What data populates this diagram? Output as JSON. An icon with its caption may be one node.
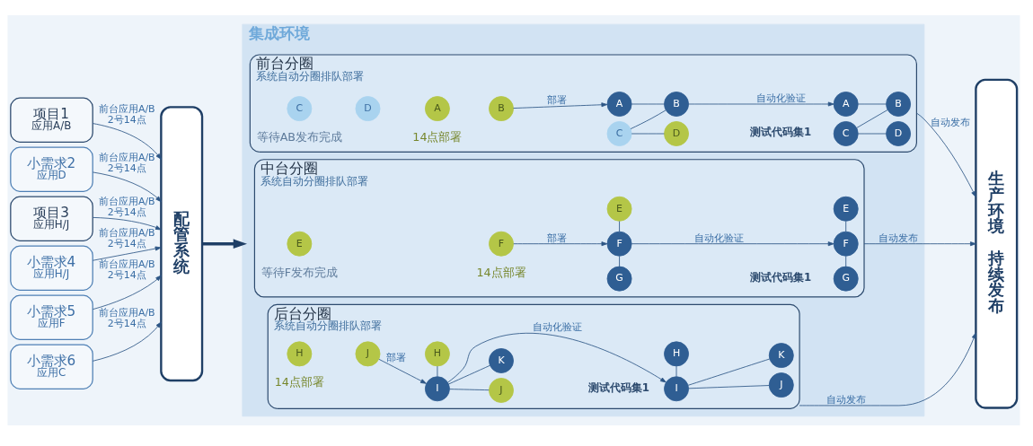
{
  "diagram": {
    "nodes": [
      {
        "text": [
          "项目1",
          "应用A/B"
        ]
      },
      {
        "text": [
          "小需求2",
          "应用D"
        ]
      },
      {
        "text": [
          "项目3",
          "应用H/J"
        ]
      },
      {
        "text": [
          "小需求4",
          "应用H/J"
        ]
      },
      {
        "text": [
          "小需求5",
          "应用F"
        ]
      },
      {
        "text": [
          "小需求6",
          "应用C"
        ]
      },
      {
        "text": [
          "配管系统"
        ]
      },
      {
        "text": [
          "集成环境"
        ]
      },
      {
        "text": [
          "前台分圈",
          "系统自动分圈排队部署"
        ],
        "in": 7
      },
      {
        "text": [
          "C"
        ],
        "in": 8,
        "beside": [
          "等待AB发布完成"
        ]
      },
      {
        "text": [
          "D"
        ],
        "in": 8
      },
      {
        "text": [
          "A"
        ],
        "in": 8,
        "beside": [
          "14点部署"
        ]
      },
      {
        "text": [
          "B"
        ],
        "in": 8
      },
      {
        "text": [
          "A"
        ],
        "in": 8
      },
      {
        "text": [
          "B"
        ],
        "in": 8
      },
      {
        "text": [
          "C"
        ],
        "in": 8
      },
      {
        "text": [
          "D"
        ],
        "in": 8
      },
      {
        "text": [
          "A"
        ],
        "in": 8
      },
      {
        "text": [
          "B"
        ],
        "in": 8
      },
      {
        "text": [
          "C"
        ],
        "in": 8
      },
      {
        "text": [
          "D"
        ],
        "in": 8
      },
      {
        "text": [
          "中台分圈",
          "系统自动分圈排队部署"
        ],
        "in": 7
      },
      {
        "text": [
          "E"
        ],
        "in": 21,
        "beside": [
          "等待F发布完成"
        ]
      },
      {
        "text": [
          "F"
        ],
        "in": 21,
        "beside": [
          "14点部署"
        ]
      },
      {
        "text": [
          "E"
        ],
        "in": 21
      },
      {
        "text": [
          "F"
        ],
        "in": 21
      },
      {
        "text": [
          "G"
        ],
        "in": 21
      },
      {
        "text": [
          "E"
        ],
        "in": 21
      },
      {
        "text": [
          "F"
        ],
        "in": 21
      },
      {
        "text": [
          "G"
        ],
        "in": 21
      },
      {
        "text": [
          "后台分圈",
          "系统自动分圈排队部署"
        ],
        "in": 7
      },
      {
        "text": [
          "H"
        ],
        "in": 30,
        "beside": [
          "14点部署"
        ]
      },
      {
        "text": [
          "J"
        ],
        "in": 30
      },
      {
        "text": [
          "H"
        ],
        "in": 30
      },
      {
        "text": [
          "I"
        ],
        "in": 30
      },
      {
        "text": [
          "J"
        ],
        "in": 30
      },
      {
        "text": [
          "K"
        ],
        "in": 30
      },
      {
        "text": [
          "H"
        ],
        "in": 30
      },
      {
        "text": [
          "I"
        ],
        "in": 30
      },
      {
        "text": [
          "J"
        ],
        "in": 30
      },
      {
        "text": [
          "K"
        ],
        "in": 30
      },
      {
        "text": [
          "生产环境",
          "持续发布"
        ]
      }
    ],
    "edges": [
      {
        "from": 0,
        "to": 6,
        "arrow": "to",
        "label": "前台应用A/B 2号14点"
      },
      {
        "from": 1,
        "to": 6,
        "arrow": "to",
        "label": "前台应用A/B 2号14点"
      },
      {
        "from": 2,
        "to": 6,
        "arrow": "to",
        "label": "前台应用A/B 2号14点"
      },
      {
        "from": 3,
        "to": 6,
        "arrow": "to",
        "label": "前台应用A/B 2号14点"
      },
      {
        "from": 4,
        "to": 6,
        "arrow": "to",
        "label": "前台应用A/B 2号14点"
      },
      {
        "from": 5,
        "to": 6,
        "arrow": "to",
        "label": "前台应用A/B 2号14点"
      },
      {
        "from": 6,
        "to": 7,
        "arrow": "to",
        "style": "thick"
      },
      {
        "from": 12,
        "to": 13,
        "arrow": "to",
        "label": "部署"
      },
      {
        "from": 13,
        "to": 14,
        "arrow": "none"
      },
      {
        "from": 15,
        "to": 14,
        "arrow": "none"
      },
      {
        "from": 15,
        "to": 16,
        "arrow": "none"
      },
      {
        "from": 14,
        "to": 17,
        "arrow": "to",
        "label": "自动化验证"
      },
      {
        "from": 17,
        "to": 18,
        "arrow": "none"
      },
      {
        "from": 19,
        "to": 18,
        "arrow": "none"
      },
      {
        "from": 19,
        "to": 20,
        "arrow": "none"
      },
      {
        "from": 8,
        "to": 41,
        "arrow": "to",
        "label": "自动发布"
      },
      {
        "from": 23,
        "to": 25,
        "arrow": "to",
        "label": "部署"
      },
      {
        "from": 25,
        "to": 24,
        "arrow": "none"
      },
      {
        "from": 26,
        "to": 25,
        "arrow": "none"
      },
      {
        "from": 25,
        "to": 28,
        "arrow": "to",
        "label": "自动化验证"
      },
      {
        "from": 28,
        "to": 27,
        "arrow": "none"
      },
      {
        "from": 29,
        "to": 28,
        "arrow": "none"
      },
      {
        "from": 21,
        "to": 41,
        "arrow": "to",
        "label": "自动发布"
      },
      {
        "from": 32,
        "to": 34,
        "arrow": "to",
        "label": "部署"
      },
      {
        "from": 34,
        "to": 33,
        "arrow": "none"
      },
      {
        "from": 34,
        "to": 35,
        "arrow": "none"
      },
      {
        "from": 34,
        "to": 36,
        "arrow": "none"
      },
      {
        "from": 34,
        "to": 38,
        "arrow": "to",
        "label": "自动化验证"
      },
      {
        "from": 38,
        "to": 37,
        "arrow": "none"
      },
      {
        "from": 38,
        "to": 39,
        "arrow": "none"
      },
      {
        "from": 38,
        "to": 40,
        "arrow": "none"
      },
      {
        "from": 30,
        "to": 41,
        "arrow": "to",
        "label": "自动发布"
      }
    ],
    "labels": [
      "测试代码集1",
      "测试代码集1",
      "测试代码集1"
    ]
  }
}
